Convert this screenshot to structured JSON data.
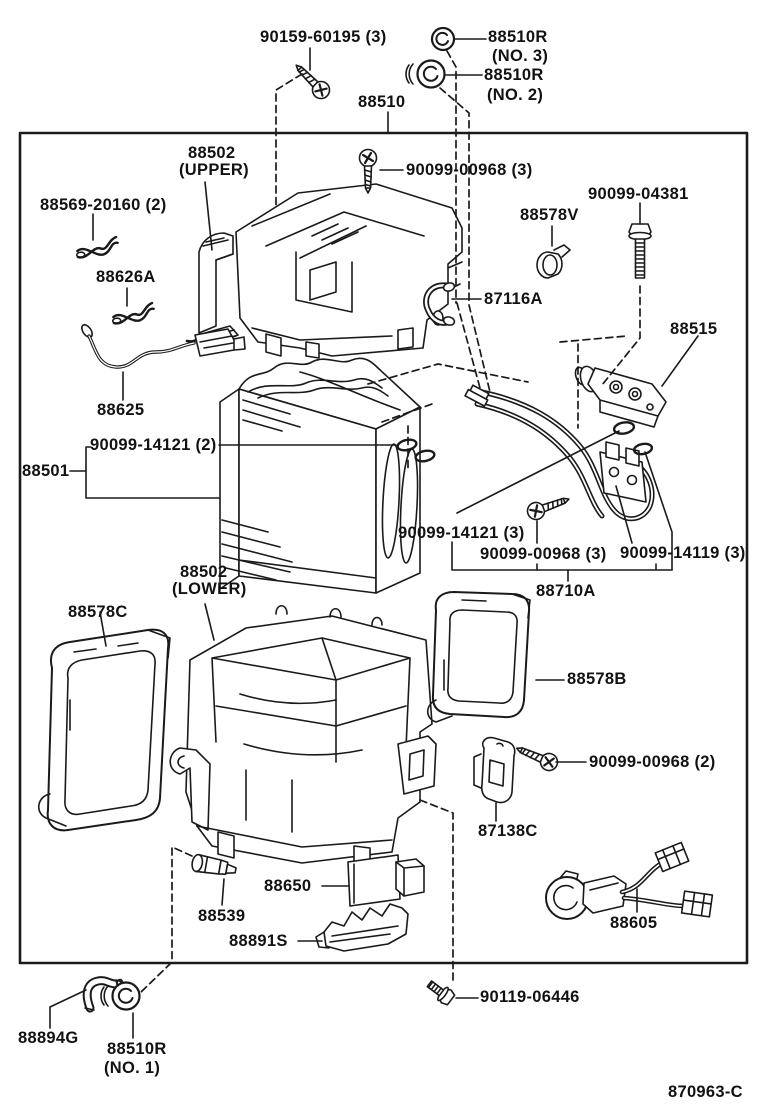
{
  "diagram_code": "870963-C",
  "colors": {
    "line": "#1a1a1a",
    "background": "#ffffff"
  },
  "labels": {
    "p90159_60195": "90159-60195 (3)",
    "p88510r_no3": "88510R",
    "p88510r_no3_sub": "(NO. 3)",
    "p88510r_no2": "88510R",
    "p88510r_no2_sub": "(NO. 2)",
    "p88510": "88510",
    "p88502_upper": "88502",
    "p88502_upper_sub": "(UPPER)",
    "p90099_00968_3_top": "90099-00968 (3)",
    "p90099_04381": "90099-04381",
    "p88578v": "88578V",
    "p87116a": "87116A",
    "p88515": "88515",
    "p88569_20160": "88569-20160 (2)",
    "p88626a": "88626A",
    "p88625": "88625",
    "p90099_14121_2": "90099-14121 (2)",
    "p88501": "88501",
    "p88502_lower": "88502",
    "p88502_lower_sub": "(LOWER)",
    "p88578c": "88578C",
    "p90099_14121_3": "90099-14121 (3)",
    "p90099_00968_3_mid": "90099-00968 (3)",
    "p90099_14119_3": "90099-14119 (3)",
    "p88710a": "88710A",
    "p88578b": "88578B",
    "p90099_00968_2": "90099-00968 (2)",
    "p87138c": "87138C",
    "p88650": "88650",
    "p88539": "88539",
    "p88891s": "88891S",
    "p88605": "88605",
    "p90119_06446": "90119-06446",
    "p88894g": "88894G",
    "p88510r_no1": "88510R",
    "p88510r_no1_sub": "(NO. 1)"
  }
}
